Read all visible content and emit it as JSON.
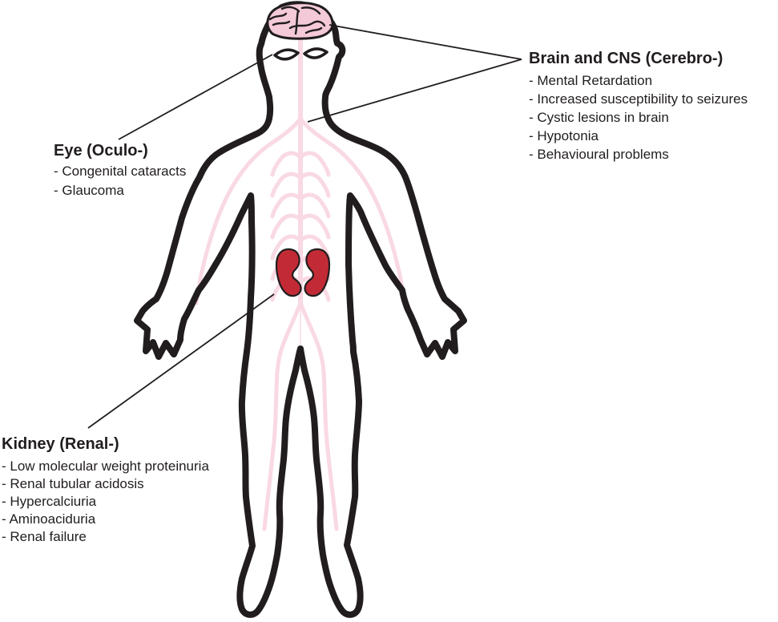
{
  "figure": {
    "type": "annotated-anatomy-diagram",
    "colors": {
      "ink": "#211d1e",
      "nerve_pink": "#f9d9e3",
      "brain_pink": "#f4c9d8",
      "kidney_red": "#c22b35",
      "background": "#ffffff"
    }
  },
  "annotations": {
    "eye": {
      "title": "Eye (Oculo-)",
      "items": [
        "- Congenital cataracts",
        "- Glaucoma"
      ]
    },
    "brain": {
      "title": "Brain and CNS (Cerebro-)",
      "items": [
        "- Mental Retardation",
        "- Increased susceptibility to seizures",
        "- Cystic lesions in brain",
        "- Hypotonia",
        "- Behavioural problems"
      ]
    },
    "kidney": {
      "title": "Kidney (Renal-)",
      "items": [
        "- Low molecular weight proteinuria",
        "- Renal tubular acidosis",
        "- Hypercalciuria",
        "- Aminoaciduria",
        "- Renal failure"
      ]
    }
  }
}
